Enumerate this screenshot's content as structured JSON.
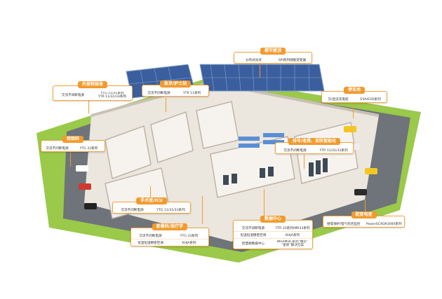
{
  "colors": {
    "accent": "#f29a2e",
    "grass": "#8cbf3f",
    "solar": "#3b5f9e",
    "floor": "#e9e4dc"
  },
  "callouts": {
    "rooftop": {
      "title": "楼宇屋顶",
      "rows": [
        [
          "分布式光伏",
          "SPI系列储能逆变器"
        ]
      ]
    },
    "outpatient": {
      "title": "外部检验舍",
      "rows": [
        [
          "交流不间断电源",
          "YTG 11/31系列\nYTR 11/31/33系列"
        ]
      ]
    },
    "emergency": {
      "title": "急诊/护士站",
      "rows": [
        [
          "交流不间断电源",
          "YTR 11系列"
        ]
      ]
    },
    "parking": {
      "title": "停车场",
      "rows": [
        [
          "交/直流充电桩",
          "EVA/EVD系列"
        ]
      ]
    },
    "lab": {
      "title": "检验科",
      "rows": [
        [
          "交流不间断电源",
          "YTG 33系列"
        ]
      ]
    },
    "queue": {
      "title": "排号/收费、安防智能化",
      "rows": [
        [
          "交流不间断电源",
          "YTR 11/31/33系列"
        ]
      ]
    },
    "surgery": {
      "title": "手术室/ICU",
      "rows": [
        [
          "交流不间断电源",
          "YTG 11/31/33系列"
        ]
      ]
    },
    "power": {
      "title": "配变电室",
      "rows": [
        [
          "继电保护/电气综合监控",
          "PowerSCADA3000系列"
        ]
      ]
    },
    "imaging": {
      "title": "影像科/放疗学",
      "rows": [
        [
          "交流不间断电源",
          "YTG 33系列"
        ],
        [
          "恒温恒湿精密空调",
          "KHJA系列"
        ]
      ]
    },
    "datacenter": {
      "title": "数据中心",
      "rows": [
        [
          "交流不间断电源",
          "YTR 33系列/MR33系列"
        ],
        [
          "恒温恒湿精密空调",
          "KHJA系列"
        ],
        [
          "智慧微数据中心",
          "WiseMDC系列“蜂云”\n“星际”解决方案"
        ]
      ]
    }
  }
}
